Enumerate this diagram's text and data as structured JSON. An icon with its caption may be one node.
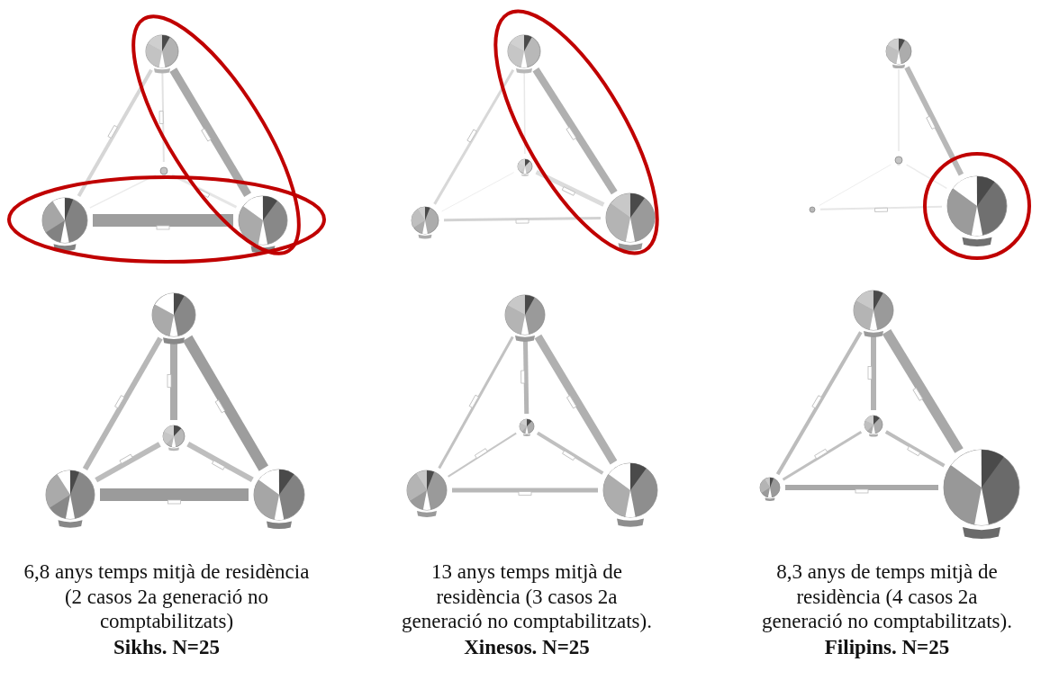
{
  "diagram": {
    "nodes": [
      {
        "text": [],
        "shape": "circle"
      },
      {
        "text": [],
        "shape": "circle"
      },
      {
        "text": [],
        "shape": "circle"
      },
      {
        "text": [],
        "shape": "circle"
      },
      {
        "text": [],
        "shape": "circle"
      },
      {
        "text": [],
        "shape": "circle"
      },
      {
        "text": [],
        "shape": "circle"
      },
      {
        "text": [],
        "shape": "circle"
      },
      {
        "text": [],
        "shape": "circle"
      },
      {
        "text": [],
        "shape": "circle"
      },
      {
        "text": [],
        "shape": "circle"
      },
      {
        "text": [],
        "shape": "circle"
      },
      {
        "text": [],
        "shape": "circle"
      },
      {
        "text": [],
        "shape": "circle"
      },
      {
        "text": [],
        "shape": "circle"
      },
      {
        "text": [],
        "shape": "circle"
      },
      {
        "text": [],
        "shape": "circle"
      },
      {
        "text": [],
        "shape": "circle"
      },
      {
        "text": [],
        "shape": "circle"
      },
      {
        "text": [],
        "shape": "circle"
      },
      {
        "text": [],
        "shape": "circle"
      },
      {
        "text": [],
        "shape": "circle"
      },
      {
        "text": [],
        "shape": "circle"
      },
      {
        "text": [],
        "shape": "circle"
      }
    ],
    "edges": [
      {
        "from": 0,
        "to": 1,
        "arrow": "none"
      },
      {
        "from": 0,
        "to": 2,
        "arrow": "none"
      },
      {
        "from": 0,
        "to": 3,
        "arrow": "none",
        "style": "thick"
      },
      {
        "from": 1,
        "to": 2,
        "arrow": "none"
      },
      {
        "from": 1,
        "to": 3,
        "arrow": "none"
      },
      {
        "from": 2,
        "to": 3,
        "arrow": "none",
        "style": "thick"
      },
      {
        "from": 4,
        "to": 5,
        "arrow": "none"
      },
      {
        "from": 4,
        "to": 6,
        "arrow": "none"
      },
      {
        "from": 4,
        "to": 7,
        "arrow": "none",
        "style": "thick"
      },
      {
        "from": 5,
        "to": 6,
        "arrow": "none"
      },
      {
        "from": 5,
        "to": 7,
        "arrow": "none"
      },
      {
        "from": 6,
        "to": 7,
        "arrow": "none"
      },
      {
        "from": 8,
        "to": 9,
        "arrow": "none"
      },
      {
        "from": 8,
        "to": 11,
        "arrow": "none"
      },
      {
        "from": 9,
        "to": 10,
        "arrow": "none"
      },
      {
        "from": 9,
        "to": 11,
        "arrow": "none"
      },
      {
        "from": 10,
        "to": 11,
        "arrow": "none"
      },
      {
        "from": 12,
        "to": 13,
        "arrow": "none",
        "style": "thick"
      },
      {
        "from": 12,
        "to": 14,
        "arrow": "none"
      },
      {
        "from": 12,
        "to": 15,
        "arrow": "none",
        "style": "thick"
      },
      {
        "from": 13,
        "to": 14,
        "arrow": "none"
      },
      {
        "from": 13,
        "to": 15,
        "arrow": "none"
      },
      {
        "from": 14,
        "to": 15,
        "arrow": "none",
        "style": "thick"
      },
      {
        "from": 16,
        "to": 17,
        "arrow": "none"
      },
      {
        "from": 16,
        "to": 18,
        "arrow": "none"
      },
      {
        "from": 16,
        "to": 19,
        "arrow": "none",
        "style": "thick"
      },
      {
        "from": 17,
        "to": 18,
        "arrow": "none"
      },
      {
        "from": 17,
        "to": 19,
        "arrow": "none"
      },
      {
        "from": 18,
        "to": 19,
        "arrow": "none"
      },
      {
        "from": 20,
        "to": 21,
        "arrow": "none"
      },
      {
        "from": 20,
        "to": 22,
        "arrow": "none"
      },
      {
        "from": 20,
        "to": 23,
        "arrow": "none",
        "style": "thick"
      },
      {
        "from": 21,
        "to": 22,
        "arrow": "none"
      },
      {
        "from": 21,
        "to": 23,
        "arrow": "none"
      },
      {
        "from": 22,
        "to": 23,
        "arrow": "none"
      }
    ],
    "labels": [
      "6,8 anys temps mitjà de residència (2 casos 2a generació no comptabilitzats)",
      "Sikhs. N=25",
      "13 anys temps mitjà de residència (3 casos 2a generació no comptabilitzats).",
      "Xinesos. N=25",
      "8,3 anys de temps mitjà de residència (4 casos 2a generació no comptabilitzats).",
      "Filipins. N=25"
    ]
  }
}
